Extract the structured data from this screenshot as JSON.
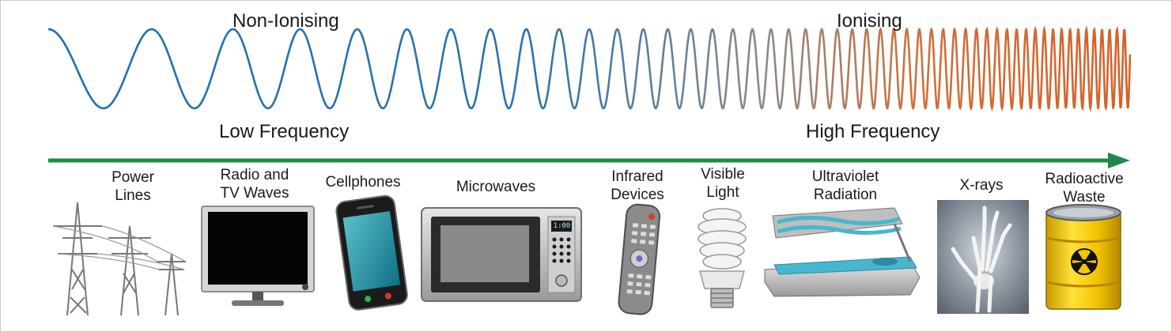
{
  "header": {
    "left_label": "Non-Ionising",
    "right_label": "Ionising",
    "low_label": "Low Frequency",
    "high_label": "High Frequency"
  },
  "colors": {
    "wave_start": "#1f6fae",
    "wave_end": "#d4622a",
    "arrow": "#1e8a4a"
  },
  "categories": [
    {
      "line1": "Power",
      "line2": "Lines",
      "icon": "power-lines-icon"
    },
    {
      "line1": "Radio and",
      "line2": "TV Waves",
      "icon": "television-icon"
    },
    {
      "line1": "Cellphones",
      "line2": "",
      "icon": "cellphone-icon"
    },
    {
      "line1": "Microwaves",
      "line2": "",
      "icon": "microwave-icon"
    },
    {
      "line1": "Infrared",
      "line2": "Devices",
      "icon": "remote-control-icon"
    },
    {
      "line1": "Visible",
      "line2": "Light",
      "icon": "light-bulb-icon"
    },
    {
      "line1": "Ultraviolet",
      "line2": "Radiation",
      "icon": "tanning-bed-icon"
    },
    {
      "line1": "X-rays",
      "line2": "",
      "icon": "xray-hand-icon"
    },
    {
      "line1": "Radioactive",
      "line2": "Waste",
      "icon": "radioactive-barrel-icon"
    }
  ],
  "microwave_display": "1:00"
}
